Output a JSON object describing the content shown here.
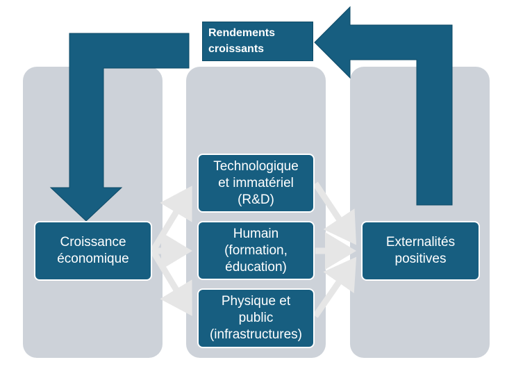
{
  "colors": {
    "primary": "#175e80",
    "column": "#cdd2d9",
    "connector": "#e6e6e6"
  },
  "loop_label": "Rendements\ncroissants",
  "nodes": {
    "growth": "Croissance\néconomique",
    "tech": "Technologique\net immatériel\n(R&D)",
    "human": "Humain\n(formation,\néducation)",
    "physical": "Physique et\npublic\n(infrastructures)",
    "externalities": "Externalités\npositives"
  }
}
